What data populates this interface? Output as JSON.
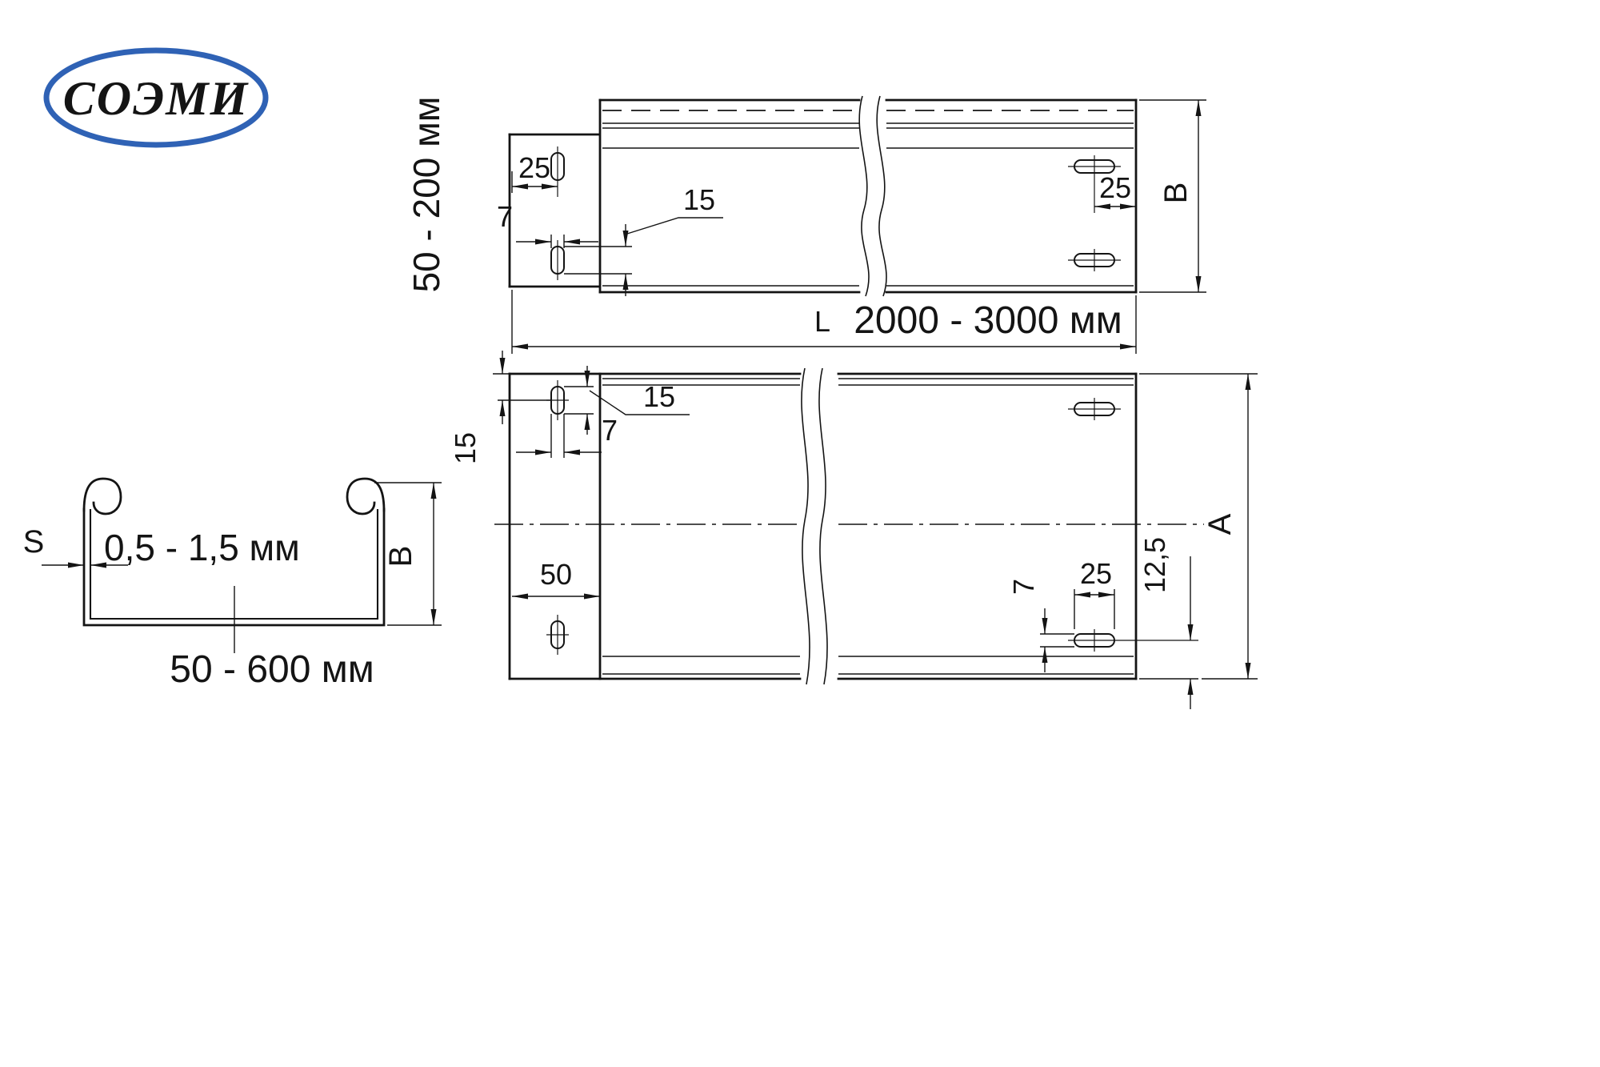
{
  "logo": {
    "text": "СОЭМИ",
    "color": "#2f62b5"
  },
  "drawing": {
    "line_color": "#141414",
    "background": "#ffffff"
  },
  "side_view": {
    "height_range": "50 - 200 мм",
    "dims": {
      "left_offset": "25",
      "slot_width": "7",
      "slot_length": "15",
      "right_offset": "25",
      "height": "B"
    }
  },
  "length_dim": {
    "symbol": "L",
    "range": "2000 - 3000 мм"
  },
  "plan_view": {
    "dims": {
      "top_edge_offset": "15",
      "slot_length_top": "15",
      "slot_width_top": "7",
      "plate_width": "50",
      "slot_width_bottom": "7",
      "slot_length_bottom": "25",
      "bottom_offset": "12,5",
      "width": "A"
    }
  },
  "section_view": {
    "dims": {
      "thickness_symbol": "S",
      "thickness_range": "0,5 - 1,5 мм",
      "height": "B",
      "width_range": "50 - 600 мм"
    }
  }
}
